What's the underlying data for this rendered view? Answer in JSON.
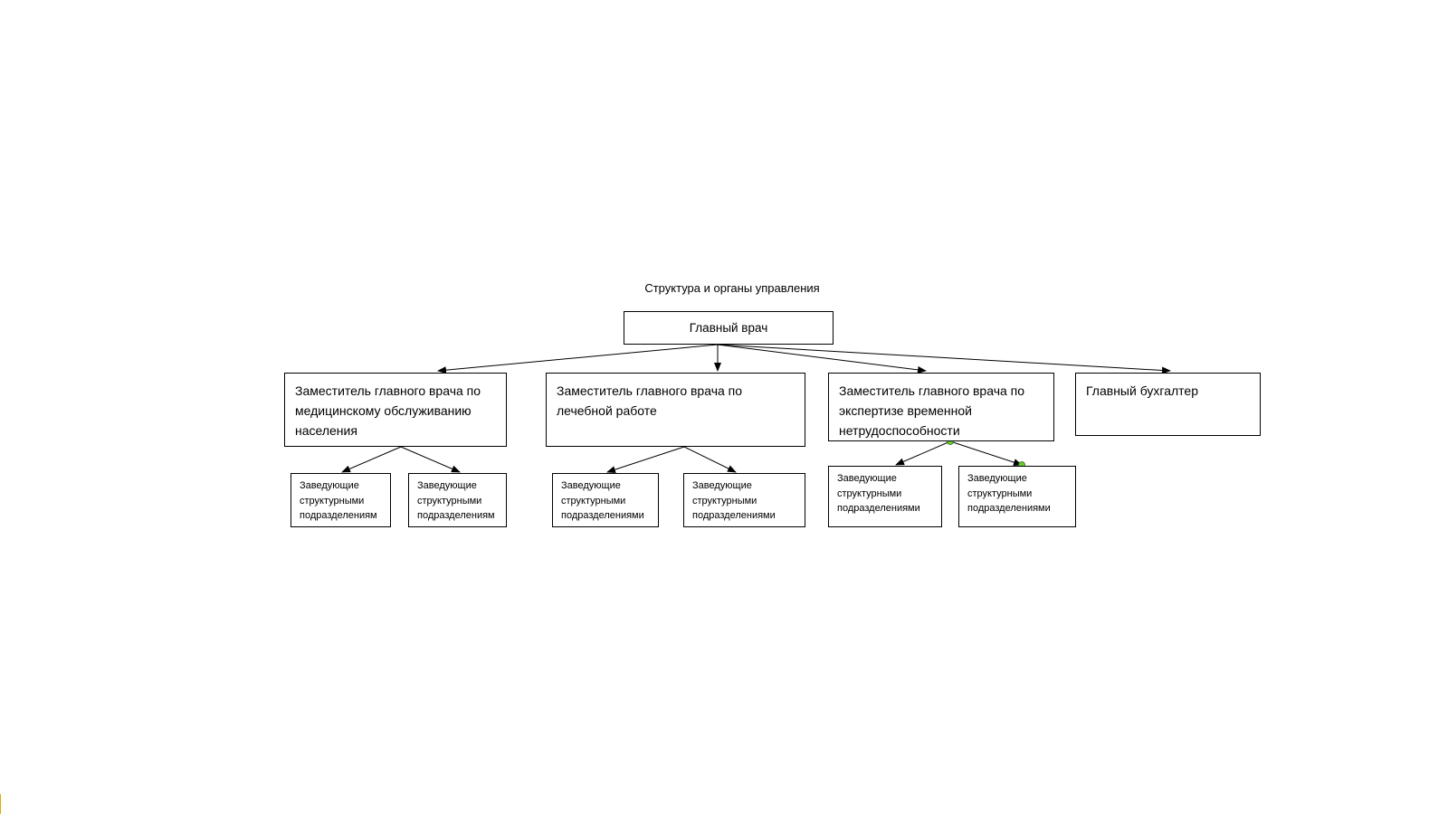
{
  "diagram": {
    "title": "Структура и органы управления",
    "root": {
      "label": "Главный врач"
    },
    "deputies": [
      {
        "label": "Заместитель главного врача по медицинскому обслуживанию населения",
        "departments": [
          "Заведующие структурными подразделениям",
          "Заведующие структурными подразделениям"
        ]
      },
      {
        "label": "Заместитель главного врача по лечебной работе",
        "departments": [
          "Заведующие структурными подразделениями",
          "Заведующие структурными подразделениями"
        ]
      },
      {
        "label": "Заместитель главного врача по экспертизе временной нетрудоспособности",
        "departments": [
          "Заведующие структурными подразделениями",
          "Заведующие структурными подразделениями"
        ]
      },
      {
        "label": "Главный бухгалтер",
        "departments": []
      }
    ],
    "colors": {
      "line": "#000000",
      "box_border": "#000000",
      "selection_handle": "#66cc33",
      "accent_bar": "#d4b000"
    }
  }
}
